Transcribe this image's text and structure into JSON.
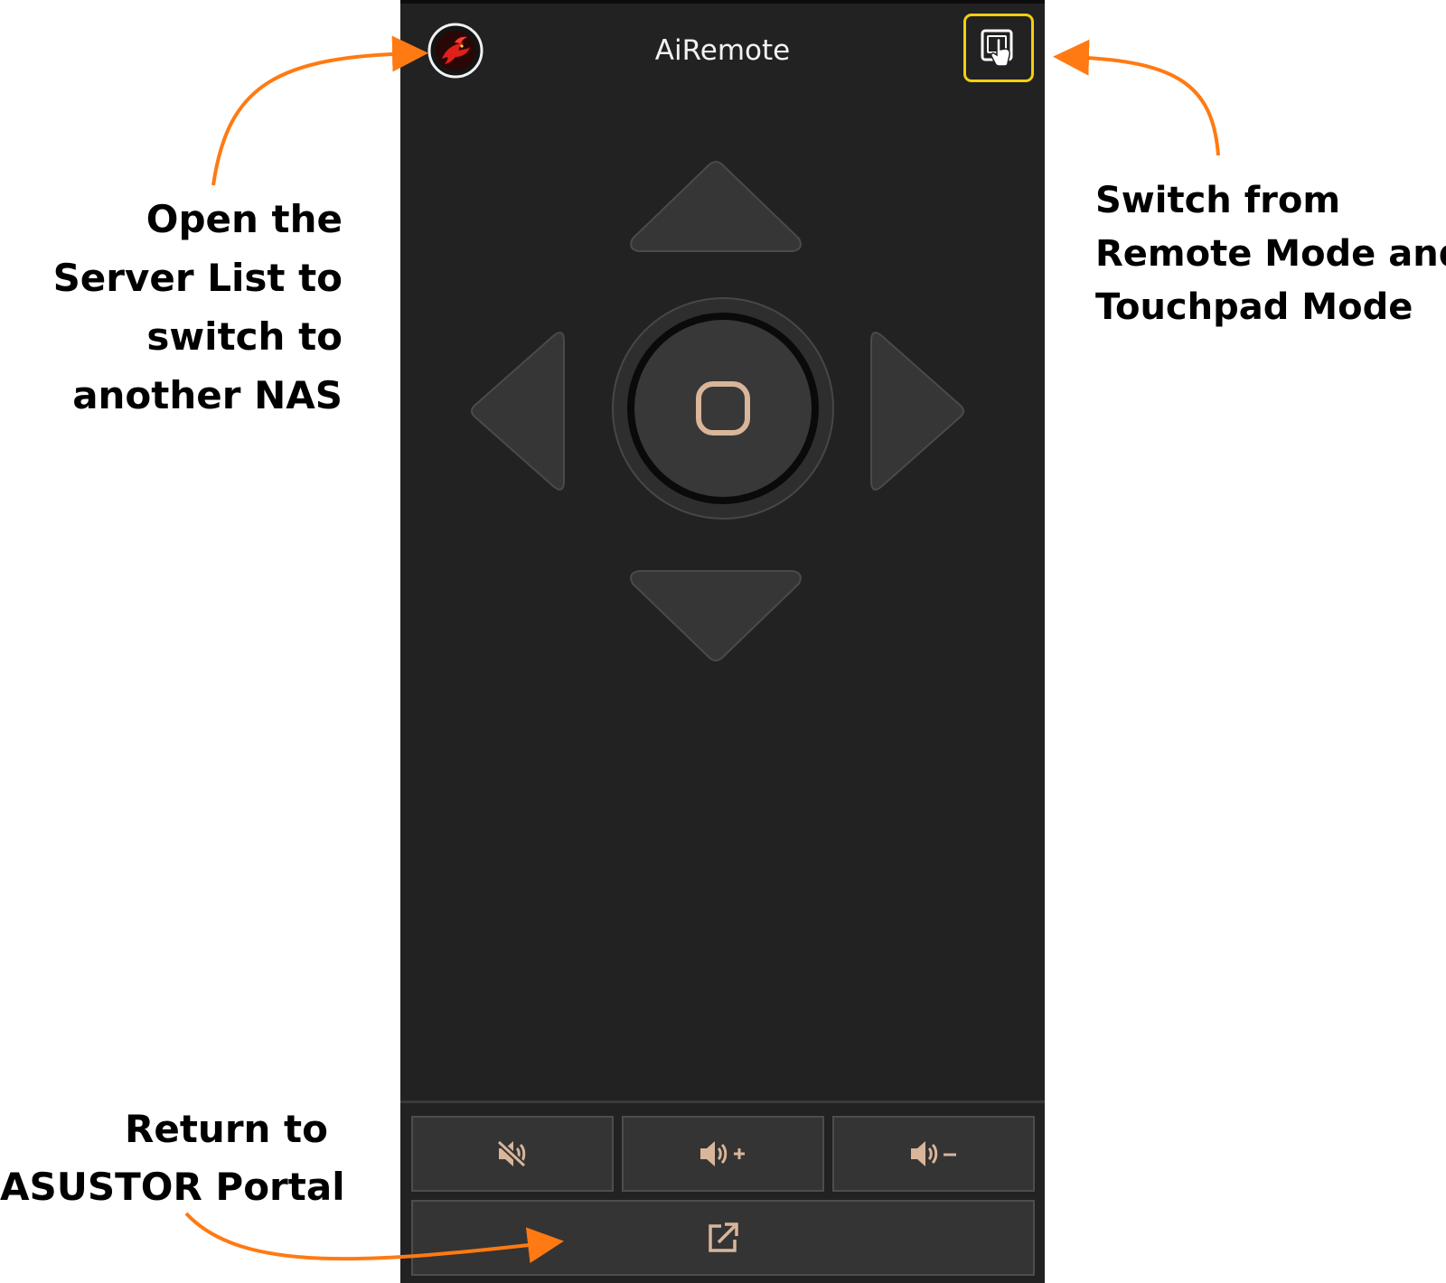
{
  "app": {
    "title": "AiRemote"
  },
  "header": {
    "server_icon": "dragon-logo-icon",
    "mode_icon": "touchpad-mode-icon",
    "highlight_color": "#f2cf0f"
  },
  "dpad": {
    "up_icon": "arrow-up-icon",
    "down_icon": "arrow-down-icon",
    "left_icon": "arrow-left-icon",
    "right_icon": "arrow-right-icon",
    "ok_icon": "ok-square-icon",
    "ok_color": "#d9b59a"
  },
  "controls": {
    "mute_icon": "mute-icon",
    "volume_up_icon": "volume-up-icon",
    "volume_down_icon": "volume-down-icon",
    "portal_icon": "external-link-icon",
    "icon_color": "#d9b59a"
  },
  "annotations": {
    "arrow_color": "#ff7a12",
    "server_list": [
      "Open the",
      "Server List to",
      "switch to",
      "another NAS"
    ],
    "mode_switch": [
      "Switch from",
      "Remote Mode and",
      "Touchpad Mode"
    ],
    "portal": [
      "Return to",
      "ASUSTOR Portal"
    ]
  }
}
